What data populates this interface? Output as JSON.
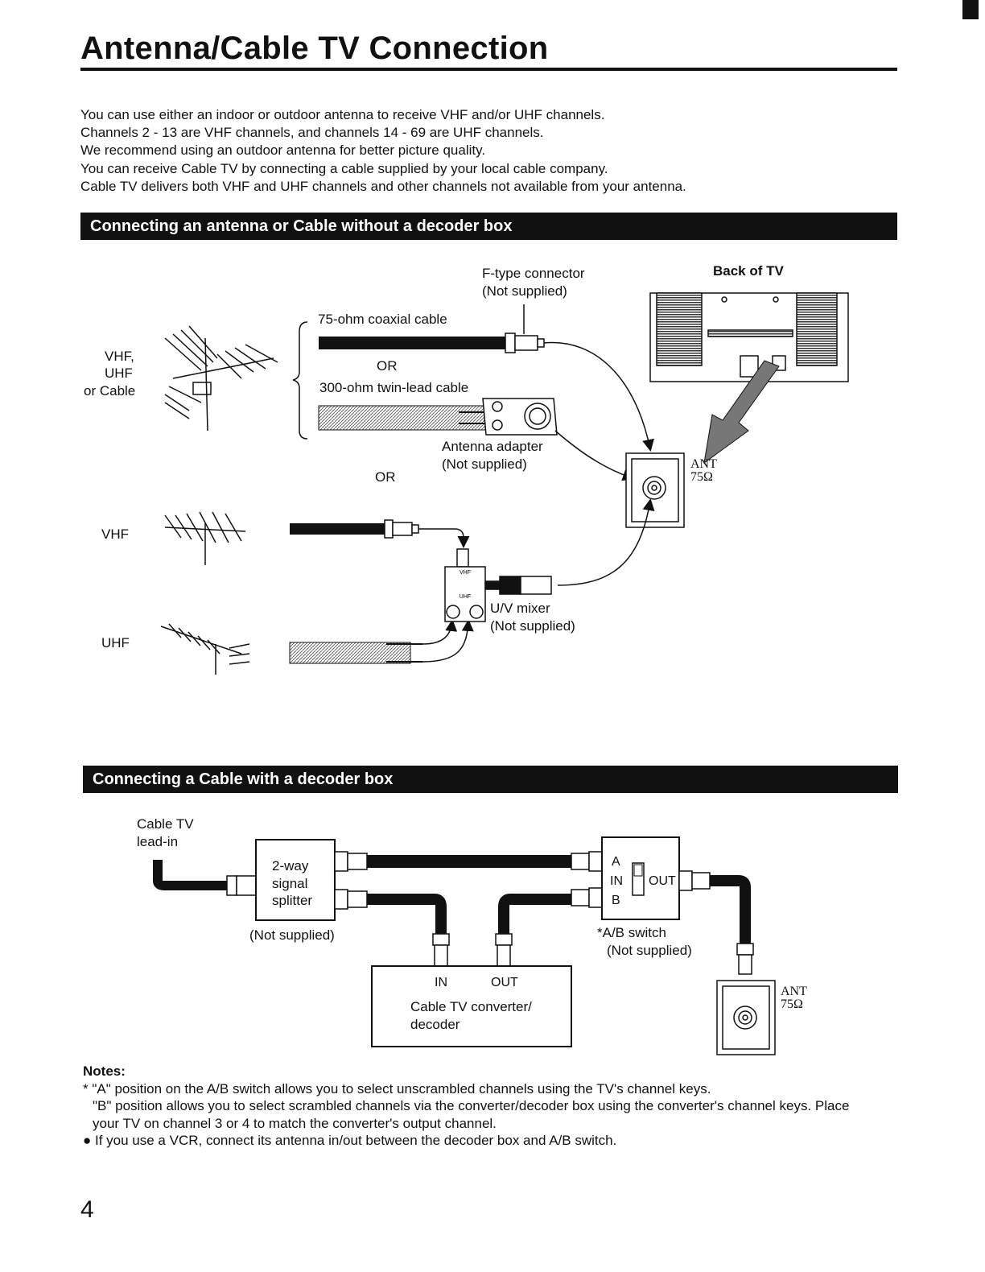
{
  "page": {
    "title": "Antenna/Cable TV Connection",
    "page_number": "4"
  },
  "intro": [
    "You can use either an indoor or outdoor antenna to receive VHF and/or UHF channels.",
    "Channels 2 - 13 are VHF channels, and channels 14 - 69 are UHF channels.",
    "We recommend using an outdoor antenna for better picture quality.",
    "You can receive Cable TV by connecting a cable supplied by your local cable company.",
    "Cable TV delivers both VHF and UHF channels and other channels not available from your antenna."
  ],
  "section1": {
    "heading": "Connecting an antenna or Cable without a decoder box",
    "labels": {
      "f_type": "F-type connector",
      "f_type_note": "(Not supplied)",
      "back_of_tv": "Back of TV",
      "coax": "75-ohm coaxial cable",
      "or1": "OR",
      "twin_lead": "300-ohm twin-lead cable",
      "antenna_adapter": "Antenna adapter",
      "adapter_note": "(Not supplied)",
      "or2": "OR",
      "vhf_uhf_cable_1": "VHF,",
      "vhf_uhf_cable_2": "UHF",
      "vhf_uhf_cable_3": "or Cable",
      "vhf": "VHF",
      "uhf": "UHF",
      "ant": "ANT",
      "ant_ohm": "75Ω",
      "mixer": "U/V mixer",
      "mixer_note": "(Not supplied)",
      "mixer_vhf": "VHF",
      "mixer_uhf": "UHF"
    }
  },
  "section2": {
    "heading": "Connecting a Cable with a decoder box",
    "labels": {
      "cable_tv_1": "Cable TV",
      "cable_tv_2": "lead-in",
      "splitter_1": "2-way",
      "splitter_2": "signal",
      "splitter_3": "splitter",
      "splitter_note": "(Not supplied)",
      "ab_a": "A",
      "ab_in": "IN",
      "ab_out": "OUT",
      "ab_b": "B",
      "ab_switch": "*A/B switch",
      "ab_note": "(Not supplied)",
      "conv_in": "IN",
      "conv_out": "OUT",
      "conv_1": "Cable TV converter/",
      "conv_2": "decoder",
      "ant": "ANT",
      "ant_ohm": "75Ω"
    }
  },
  "notes": {
    "heading": "Notes:",
    "line1": "* \"A\" position on the A/B switch allows you to select unscrambled channels using the TV's channel keys.",
    "line2": "\"B\" position allows you to select scrambled channels via the converter/decoder box using the converter's channel keys. Place your TV on channel 3 or 4 to match the converter's output channel.",
    "line3": "● If you use a VCR, connect its antenna in/out between the decoder box and A/B switch."
  }
}
